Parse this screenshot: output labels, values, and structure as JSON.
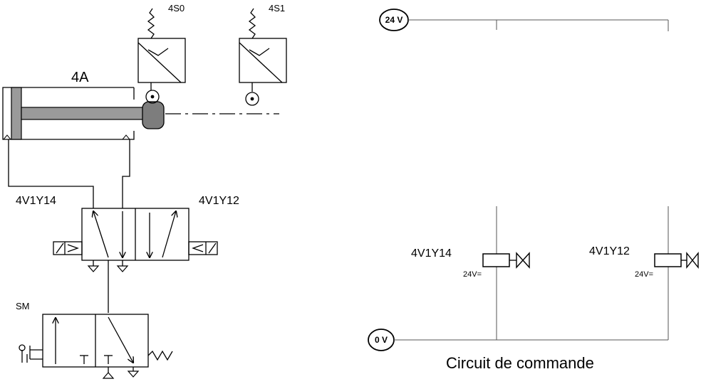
{
  "pneumatic": {
    "cylinder_label": "4A",
    "sensor_left_label": "4S0",
    "sensor_right_label": "4S1",
    "valve_left_coil_label": "4V1Y14",
    "valve_right_coil_label": "4V1Y12",
    "manual_valve_label": "SM"
  },
  "control": {
    "rail_top_label": "24 V",
    "rail_bottom_label": "0 V",
    "coil_left_label": "4V1Y14",
    "coil_right_label": "4V1Y12",
    "coil_left_voltage": "24V=",
    "coil_right_voltage": "24V=",
    "caption": "Circuit de commande"
  }
}
